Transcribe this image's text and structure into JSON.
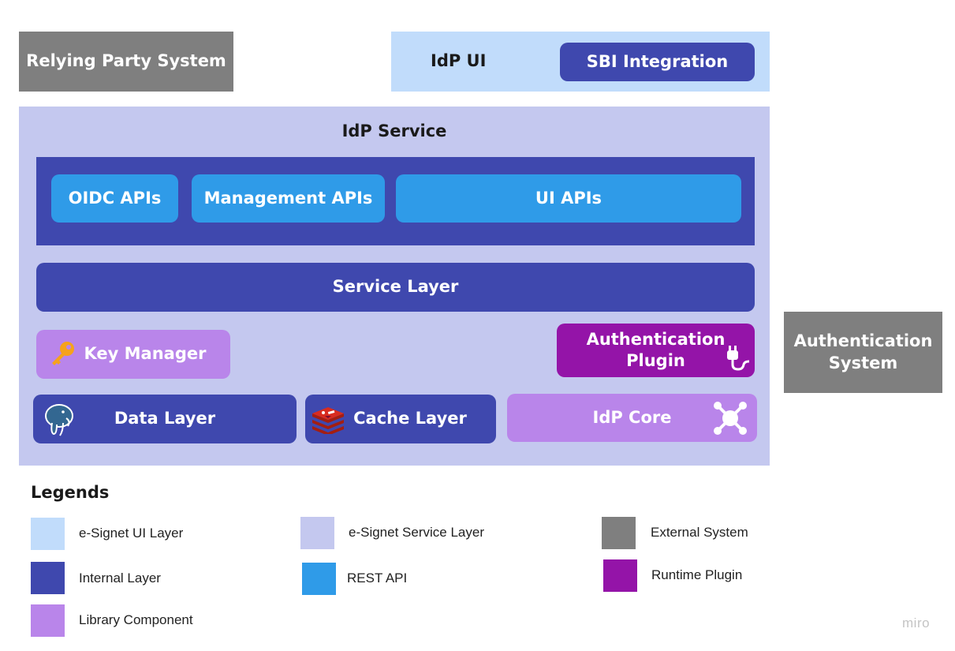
{
  "boxes": {
    "relying_party": "Relying Party System",
    "idp_ui": "IdP UI",
    "sbi_integration": "SBI Integration",
    "idp_service": "IdP Service",
    "oidc_apis": "OIDC APIs",
    "management_apis": "Management APIs",
    "ui_apis": "UI APIs",
    "service_layer": "Service Layer",
    "key_manager": "Key Manager",
    "auth_plugin_line1": "Authentication",
    "auth_plugin_line2": "Plugin",
    "auth_system_line1": "Authentication",
    "auth_system_line2": "System",
    "data_layer": "Data Layer",
    "cache_layer": "Cache Layer",
    "idp_core": "IdP Core"
  },
  "icons": {
    "key_manager": "key-icon",
    "auth_plugin": "plug-icon",
    "data_layer": "postgresql-elephant-icon",
    "cache_layer": "redis-icon",
    "idp_core": "network-hub-icon"
  },
  "legend": {
    "title": "Legends",
    "items": [
      {
        "label": "e-Signet UI Layer",
        "color": "#c1dcfb"
      },
      {
        "label": "e-Signet Service Layer",
        "color": "#c4c8ef"
      },
      {
        "label": "External System",
        "color": "#7f7f7f"
      },
      {
        "label": "Internal Layer",
        "color": "#3f48ae"
      },
      {
        "label": "REST API",
        "color": "#2f9be8"
      },
      {
        "label": "Runtime Plugin",
        "color": "#9414a8"
      },
      {
        "label": "Library Component",
        "color": "#b985ea"
      }
    ]
  },
  "watermark": "miro"
}
